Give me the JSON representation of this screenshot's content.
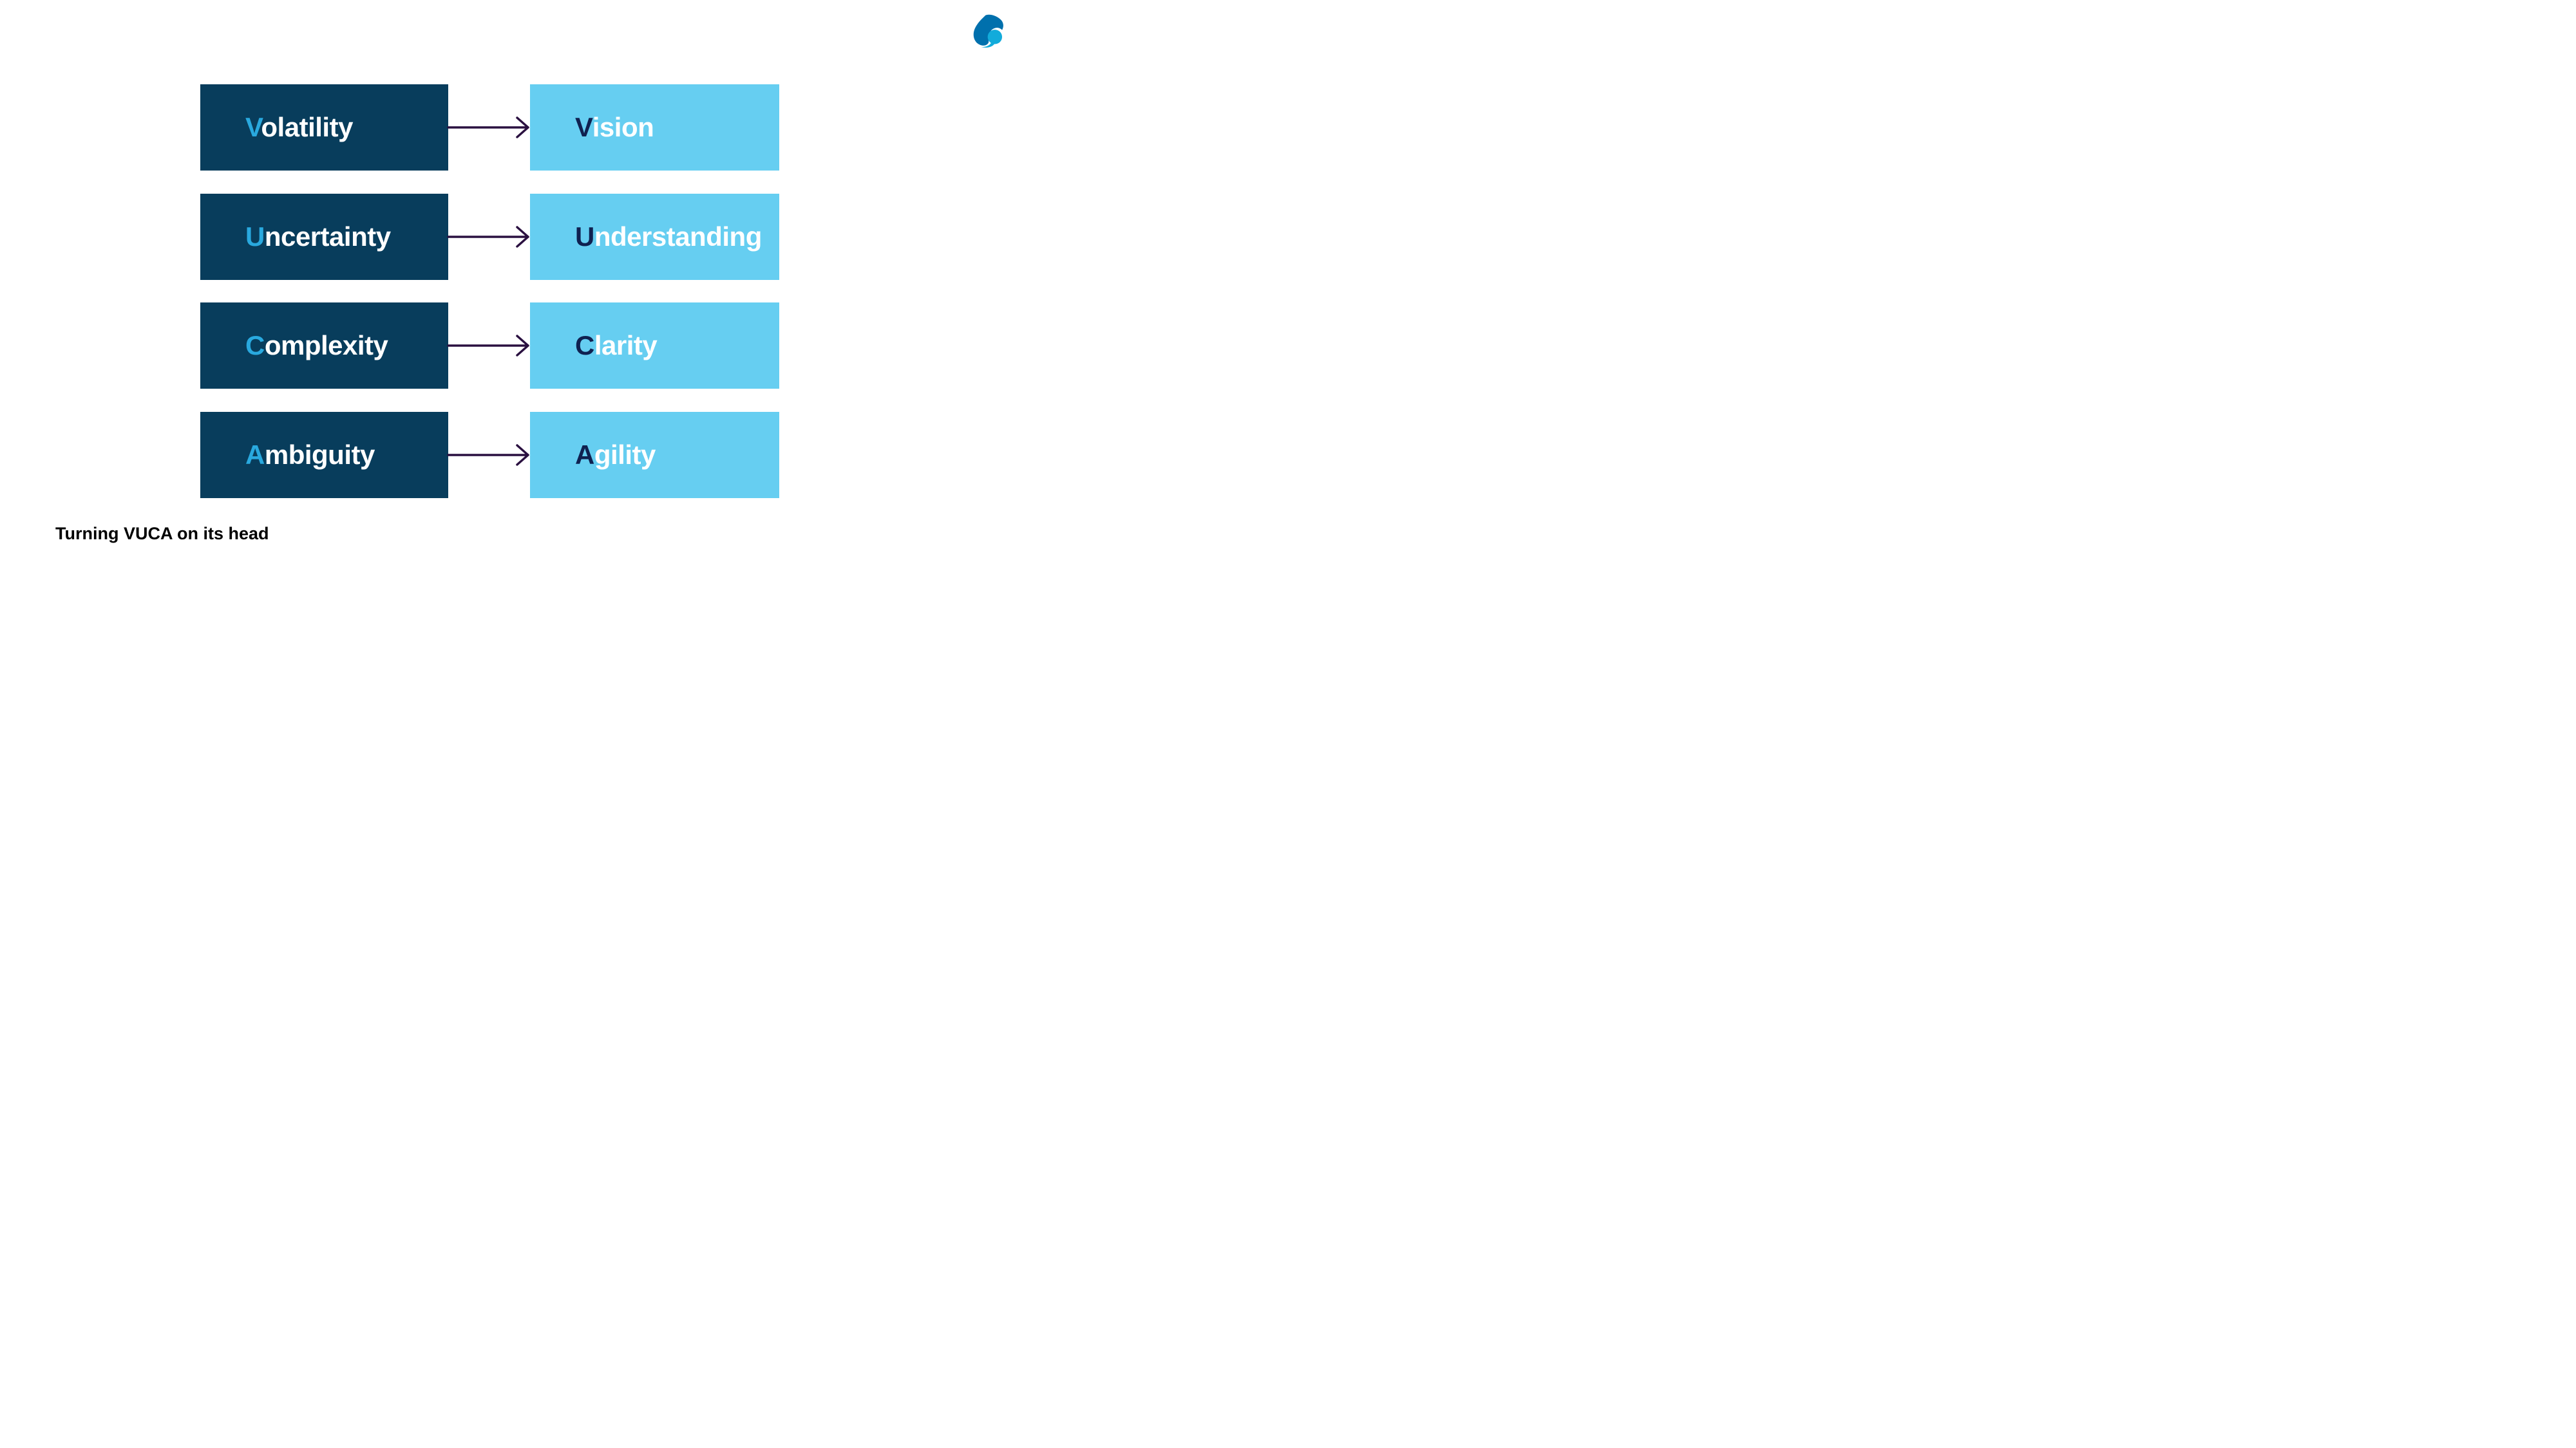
{
  "caption": "Turning VUCA on its head",
  "rows": [
    {
      "from": {
        "initial": "V",
        "rest": "olatility"
      },
      "to": {
        "initial": "V",
        "rest": "ision"
      }
    },
    {
      "from": {
        "initial": "U",
        "rest": "ncertainty"
      },
      "to": {
        "initial": "U",
        "rest": "nderstanding"
      }
    },
    {
      "from": {
        "initial": "C",
        "rest": "omplexity"
      },
      "to": {
        "initial": "C",
        "rest": "larity"
      }
    },
    {
      "from": {
        "initial": "A",
        "rest": "mbiguity"
      },
      "to": {
        "initial": "A",
        "rest": "gility"
      }
    }
  ],
  "logo": {
    "name": "capgemini-spade-logo"
  },
  "colors": {
    "dark_box": "#083D5C",
    "light_box": "#66CEF1",
    "initial_on_dark": "#29A9DF",
    "initial_on_light": "#0F2150",
    "arrow": "#2A1040",
    "caption_text": "#000000",
    "logo_dark": "#0070AD",
    "logo_light": "#12ABDB",
    "background": "#FFFFFF"
  }
}
